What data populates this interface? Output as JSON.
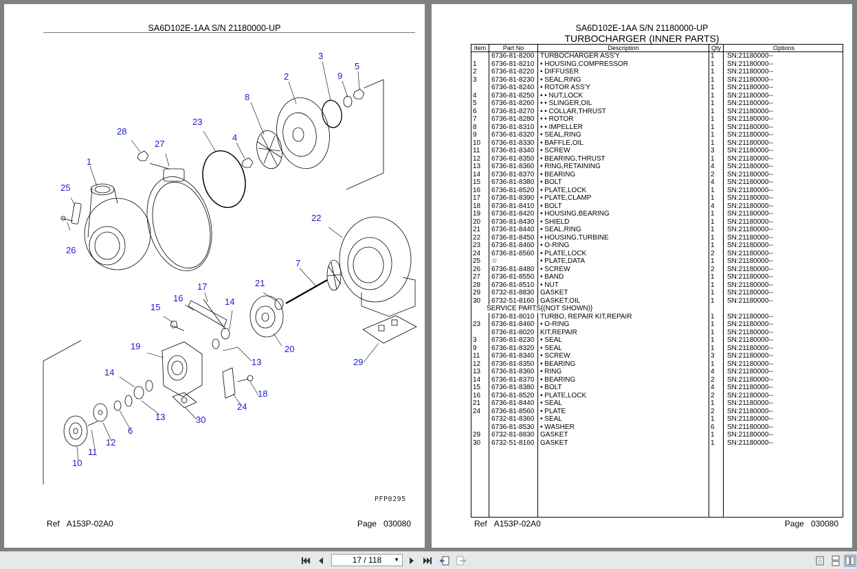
{
  "left_page": {
    "title": "SA6D102E-1AA S/N 21180000-UP",
    "figure_code": "PFP0295",
    "ref_label": "Ref",
    "ref_value": "A153P-02A0",
    "page_label": "Page",
    "page_value": "030080",
    "callouts": [
      "1",
      "2",
      "3",
      "4",
      "5",
      "6",
      "7",
      "8",
      "9",
      "10",
      "11",
      "12",
      "13",
      "13",
      "14",
      "14",
      "15",
      "16",
      "17",
      "18",
      "19",
      "20",
      "21",
      "22",
      "23",
      "24",
      "25",
      "26",
      "27",
      "28",
      "29",
      "30"
    ]
  },
  "right_page": {
    "title": "SA6D102E-1AA S/N 21180000-UP",
    "subtitle": "TURBOCHARGER (INNER PARTS)",
    "columns": {
      "item": "Item",
      "part": "Part No",
      "desc": "Description",
      "qty": "Qty",
      "opt": "Options"
    },
    "rows": [
      {
        "item": "",
        "part": "6736-81-8200",
        "desc": "TURBOCHARGER ASS'Y",
        "qty": "1",
        "opt": "SN:21180000--"
      },
      {
        "item": "1",
        "part": "6736-81-8210",
        "desc": "• HOUSING,COMPRESSOR",
        "qty": "1",
        "opt": "SN:21180000--"
      },
      {
        "item": "2",
        "part": "6736-81-8220",
        "desc": "• DIFFUSER",
        "qty": "1",
        "opt": "SN:21180000--"
      },
      {
        "item": "3",
        "part": "6736-81-8230",
        "desc": "• SEAL,RING",
        "qty": "1",
        "opt": "SN:21180000--"
      },
      {
        "item": "",
        "part": "6736-81-8240",
        "desc": "• ROTOR ASS'Y",
        "qty": "1",
        "opt": "SN:21180000--"
      },
      {
        "item": "4",
        "part": "6736-81-8250",
        "desc": "• • NUT,LOCK",
        "qty": "1",
        "opt": "SN:21180000--"
      },
      {
        "item": "5",
        "part": "6736-81-8260",
        "desc": "• • SLINGER,OIL",
        "qty": "1",
        "opt": "SN:21180000--"
      },
      {
        "item": "6",
        "part": "6736-81-8270",
        "desc": "• • COLLAR,THRUST",
        "qty": "1",
        "opt": "SN:21180000--"
      },
      {
        "item": "7",
        "part": "6736-81-8280",
        "desc": "• • ROTOR",
        "qty": "1",
        "opt": "SN:21180000--"
      },
      {
        "item": "8",
        "part": "6736-81-8310",
        "desc": "• • IMPELLER",
        "qty": "1",
        "opt": "SN:21180000--"
      },
      {
        "item": "9",
        "part": "6736-81-8320",
        "desc": "• SEAL,RING",
        "qty": "1",
        "opt": "SN:21180000--"
      },
      {
        "item": "10",
        "part": "6736-81-8330",
        "desc": "• BAFFLE,OIL",
        "qty": "1",
        "opt": "SN:21180000--"
      },
      {
        "item": "11",
        "part": "6736-81-8340",
        "desc": "• SCREW",
        "qty": "3",
        "opt": "SN:21180000--"
      },
      {
        "item": "12",
        "part": "6736-81-8350",
        "desc": "• BEARING,THRUST",
        "qty": "1",
        "opt": "SN:21180000--"
      },
      {
        "item": "13",
        "part": "6736-81-8360",
        "desc": "• RING,RETAINING",
        "qty": "4",
        "opt": "SN:21180000--"
      },
      {
        "item": "14",
        "part": "6736-81-8370",
        "desc": "• BEARING",
        "qty": "2",
        "opt": "SN:21180000--"
      },
      {
        "item": "15",
        "part": "6736-81-8380",
        "desc": "• BOLT",
        "qty": "4",
        "opt": "SN:21180000--"
      },
      {
        "item": "16",
        "part": "6736-81-8520",
        "desc": "• PLATE,LOCK",
        "qty": "1",
        "opt": "SN:21180000--"
      },
      {
        "item": "17",
        "part": "6736-81-8390",
        "desc": "• PLATE,CLAMP",
        "qty": "1",
        "opt": "SN:21180000--"
      },
      {
        "item": "18",
        "part": "6736-81-8410",
        "desc": "• BOLT",
        "qty": "4",
        "opt": "SN:21180000--"
      },
      {
        "item": "19",
        "part": "6736-81-8420",
        "desc": "• HOUSING,BEARING",
        "qty": "1",
        "opt": "SN:21180000--"
      },
      {
        "item": "20",
        "part": "6736-81-8430",
        "desc": "• SHIELD",
        "qty": "1",
        "opt": "SN:21180000--"
      },
      {
        "item": "21",
        "part": "6736-81-8440",
        "desc": "• SEAL,RING",
        "qty": "1",
        "opt": "SN:21180000--"
      },
      {
        "item": "22",
        "part": "6736-81-8450",
        "desc": "• HOUSING,TURBINE",
        "qty": "1",
        "opt": "SN:21180000--"
      },
      {
        "item": "23",
        "part": "6736-81-8460",
        "desc": "• O-RING",
        "qty": "1",
        "opt": "SN:21180000--"
      },
      {
        "item": "24",
        "part": "6736-81-8560",
        "desc": "• PLATE,LOCK",
        "qty": "2",
        "opt": "SN:21180000--"
      },
      {
        "item": "25",
        "part": "☆",
        "desc": "• PLATE,DATA",
        "qty": "1",
        "opt": "SN:21180000--"
      },
      {
        "item": "26",
        "part": "6736-81-8480",
        "desc": "• SCREW",
        "qty": "2",
        "opt": "SN:21180000--"
      },
      {
        "item": "27",
        "part": "6736-81-8550",
        "desc": "• BAND",
        "qty": "1",
        "opt": "SN:21180000--"
      },
      {
        "item": "28",
        "part": "6736-81-8510",
        "desc": "• NUT",
        "qty": "1",
        "opt": "SN:21180000--"
      },
      {
        "item": "29",
        "part": "6732-81-8830",
        "desc": "GASKET",
        "qty": "1",
        "opt": "SN:21180000--"
      },
      {
        "item": "30",
        "part": "6732-51-8160",
        "desc": "GASKET,OIL",
        "qty": "1",
        "opt": "SN:21180000--"
      },
      {
        "section": "SERVICE PARTS{(NOT SHOWN)}"
      },
      {
        "item": "",
        "part": "6736-81-8010",
        "desc": "TURBO, REPAIR KIT,REPAIR",
        "qty": "1",
        "opt": "SN:21180000--"
      },
      {
        "item": "23",
        "part": "6736-81-8460",
        "desc": "• O-RING",
        "qty": "1",
        "opt": "SN:21180000--"
      },
      {
        "item": "",
        "part": "6736-81-8020",
        "desc": "KIT,REPAIR",
        "qty": "1",
        "opt": "SN:21180000--"
      },
      {
        "item": "3",
        "part": "6736-81-8230",
        "desc": "• SEAL",
        "qty": "1",
        "opt": "SN:21180000--"
      },
      {
        "item": "9",
        "part": "6736-81-8320",
        "desc": "• SEAL",
        "qty": "1",
        "opt": "SN:21180000--"
      },
      {
        "item": "11",
        "part": "6736-81-8340",
        "desc": "• SCREW",
        "qty": "3",
        "opt": "SN:21180000--"
      },
      {
        "item": "12",
        "part": "6736-81-8350",
        "desc": "• BEARING",
        "qty": "1",
        "opt": "SN:21180000--"
      },
      {
        "item": "13",
        "part": "6736-81-8360",
        "desc": "• RING",
        "qty": "4",
        "opt": "SN:21180000--"
      },
      {
        "item": "14",
        "part": "6736-81-8370",
        "desc": "• BEARING",
        "qty": "2",
        "opt": "SN:21180000--"
      },
      {
        "item": "15",
        "part": "6736-81-8380",
        "desc": "• BOLT",
        "qty": "4",
        "opt": "SN:21180000--"
      },
      {
        "item": "16",
        "part": "6736-81-8520",
        "desc": "• PLATE,LOCK",
        "qty": "2",
        "opt": "SN:21180000--"
      },
      {
        "item": "21",
        "part": "6736-81-8440",
        "desc": "• SEAL",
        "qty": "1",
        "opt": "SN:21180000--"
      },
      {
        "item": "24",
        "part": "6736-81-8560",
        "desc": "• PLATE",
        "qty": "2",
        "opt": "SN:21180000--"
      },
      {
        "item": "",
        "part": "6732-81-8360",
        "desc": "• SEAL",
        "qty": "1",
        "opt": "SN:21180000--"
      },
      {
        "item": "",
        "part": "6736-81-8530",
        "desc": "• WASHER",
        "qty": "6",
        "opt": "SN:21180000--"
      },
      {
        "item": "29",
        "part": "6732-81-8830",
        "desc": "GASKET",
        "qty": "1",
        "opt": "SN:21180000--"
      },
      {
        "item": "30",
        "part": "6732-51-8160",
        "desc": "GASKET",
        "qty": "1",
        "opt": "SN:21180000--"
      }
    ],
    "ref_label": "Ref",
    "ref_value": "A153P-02A0",
    "page_label": "Page",
    "page_value": "030080"
  },
  "toolbar": {
    "page_indicator": "17 / 118",
    "icons": [
      "first-page-icon",
      "prev-page-icon",
      "next-page-icon",
      "last-page-icon",
      "back-view-icon",
      "forward-view-icon",
      "single-page-view-icon",
      "continuous-view-icon",
      "two-page-view-icon"
    ]
  }
}
